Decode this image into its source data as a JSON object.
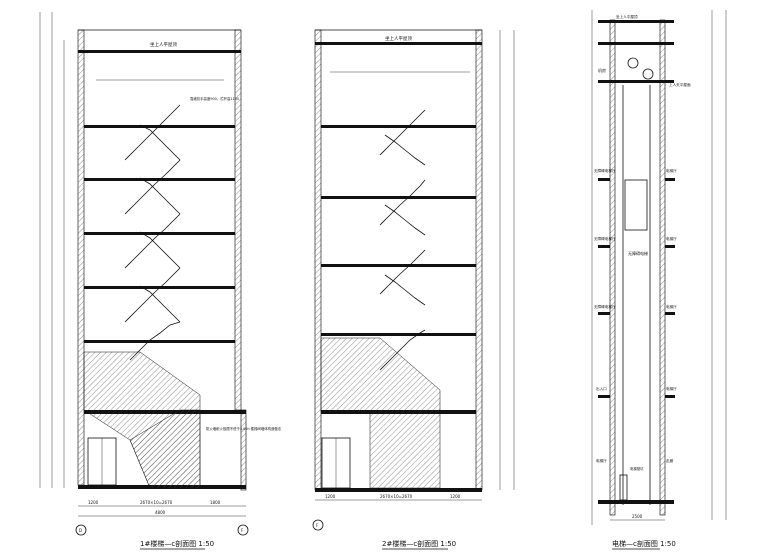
{
  "drawings": [
    {
      "title": "1#楼梯—c剖面图 1:50",
      "axis_left": "D",
      "axis_right": "F",
      "roof_note": "坐上人平屋顶"
    },
    {
      "title": "2#楼梯—c剖面图 1:50",
      "axis_left": "F",
      "axis_right": "",
      "roof_note": "坐上人平屋顶"
    },
    {
      "title": "电梯—c剖面图 1:50",
      "axis_left": "",
      "axis_right": "",
      "roof_note": "坐上人平屋顶"
    }
  ],
  "elevator": {
    "shaft_label": "无障碍电梯",
    "machine_room_label": "机房",
    "roof_access_label": "上人天平屋面",
    "door_labels": [
      "无障碍电梯厅",
      "无障碍电梯厅",
      "无障碍电梯厅",
      "出入口",
      "电梯厅"
    ],
    "right_labels": [
      "电梯厅",
      "电梯厅",
      "电梯厅",
      "电梯厅",
      "走廊"
    ],
    "pit_label": "电梯基坑"
  },
  "notes": {
    "railing_note": "靠墙扶手高度900，栏杆高1100",
    "fire_note": "防火墙耐火极限不低于3.00h 楼梯间墙体构造做法"
  },
  "dims": {
    "bottom_left": [
      "1200",
      "2670×10=2670",
      "1800"
    ],
    "bottom_mid": [
      "1200",
      "2670×10=2670",
      "1200"
    ],
    "bottom_total": "4800",
    "elev_bottom": "2500"
  }
}
